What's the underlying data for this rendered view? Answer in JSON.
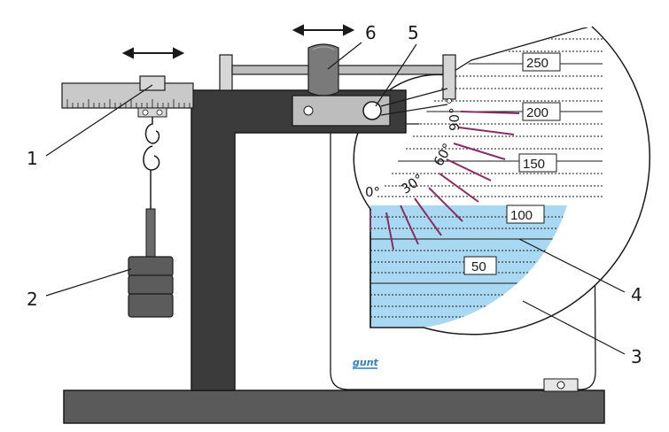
{
  "callouts": {
    "c1": "1",
    "c2": "2",
    "c3": "3",
    "c4": "4",
    "c5": "5",
    "c6": "6"
  },
  "volume_scale": {
    "v250": "250",
    "v200": "200",
    "v150": "150",
    "v100": "100",
    "v50": "50"
  },
  "angle_scale": {
    "a0": "0°",
    "a30": "30°",
    "a60": "60°",
    "a90": "90°"
  },
  "brand": "gunt",
  "colors": {
    "water": "#a9d8f2",
    "dark_frame": "#3b3b3b",
    "base": "#5a5a5a",
    "steel": "#bdbdbd",
    "angle_marks": "#8b2d62",
    "brand_blue": "#2f7fc6"
  }
}
